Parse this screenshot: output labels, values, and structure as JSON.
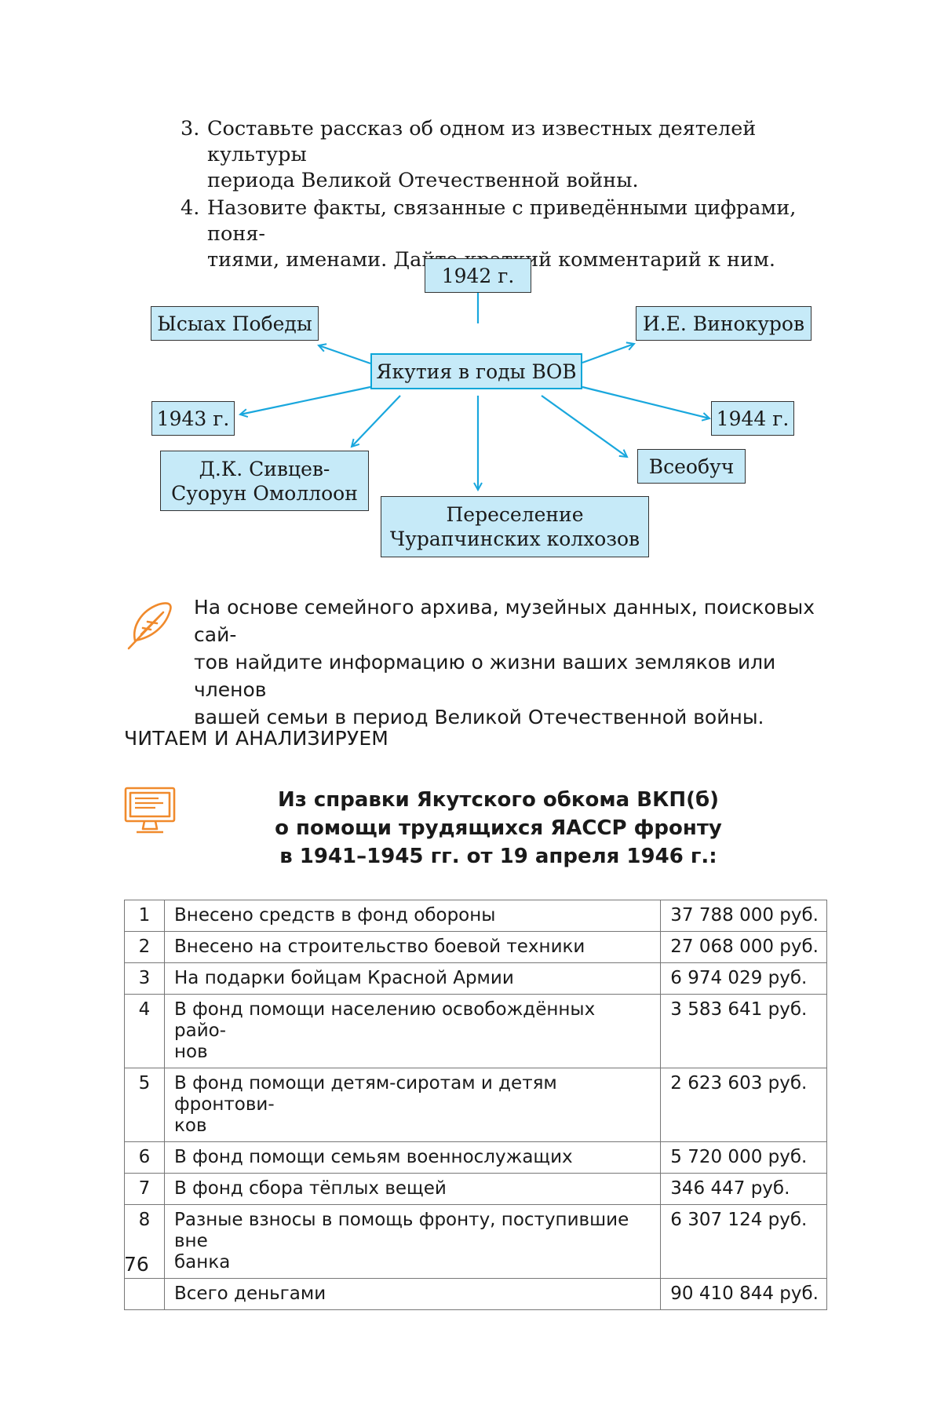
{
  "questions": [
    {
      "num": "3.",
      "line1": "Составьте рассказ об одном из известных деятелей культуры",
      "line2": "периода Великой Отечественной войны."
    },
    {
      "num": "4.",
      "line1": "Назовите факты, связанные с приведёнными цифрами, поня-",
      "line2": "тиями, именами. Дайте краткий комментарий к ним."
    }
  ],
  "diagram": {
    "center": "Якутия в годы ВОВ",
    "nodes": {
      "n1942": "1942 г.",
      "ysyah": "Ысыах Победы",
      "vinokurov": "И.Е. Винокуров",
      "n1943": "1943 г.",
      "n1944": "1944 г.",
      "sivtsev1": "Д.К. Сивцев-",
      "sivtsev2": "Суорун Омоллоон",
      "vseobuch": "Всеобуч",
      "pereselenie1": "Переселение",
      "pereselenie2": "Чурапчинских колхозов"
    },
    "arrow_color": "#19a7dd",
    "node_fill": "#c6eaf8"
  },
  "task": {
    "icon": "feather-icon",
    "accent_color": "#f08a2c",
    "line1": "На основе семейного архива, музейных данных, поисковых сай-",
    "line2": "тов найдите информацию о жизни ваших земляков или членов",
    "line3": "вашей семьи в период Великой Отечественной войны."
  },
  "section_title": "ЧИТАЕМ И АНАЛИЗИРУЕМ",
  "document": {
    "icon": "monitor-icon",
    "title_line1": "Из справки Якутского обкома ВКП(б)",
    "title_line2": "о помощи трудящихся ЯАССР фронту",
    "title_line3": "в 1941–1945 гг. от 19 апреля 1946 г.:"
  },
  "table": {
    "rows": [
      {
        "n": "1",
        "desc": "Внесено средств в фонд обороны",
        "sum": "37 788 000 руб."
      },
      {
        "n": "2",
        "desc": "Внесено на строительство боевой техники",
        "sum": "27 068 000 руб."
      },
      {
        "n": "3",
        "desc": "На подарки бойцам Красной Армии",
        "sum": "6 974 029 руб."
      },
      {
        "n": "4",
        "desc": "В фонд помощи населению освобождённых райо-\nнов",
        "sum": "3 583 641 руб."
      },
      {
        "n": "5",
        "desc": "В фонд помощи детям-сиротам и детям фронтови-\nков",
        "sum": "2 623 603 руб."
      },
      {
        "n": "6",
        "desc": "В фонд помощи семьям военнослужащих",
        "sum": "5 720 000 руб."
      },
      {
        "n": "7",
        "desc": "В фонд сбора тёплых вещей",
        "sum": "346 447 руб."
      },
      {
        "n": "8",
        "desc": "Разные взносы в помощь фронту, поступившие вне\nбанка",
        "sum": "6 307 124 руб."
      },
      {
        "n": "",
        "desc": "Всего деньгами",
        "sum": "90 410 844 руб."
      }
    ]
  },
  "page_number": "76"
}
